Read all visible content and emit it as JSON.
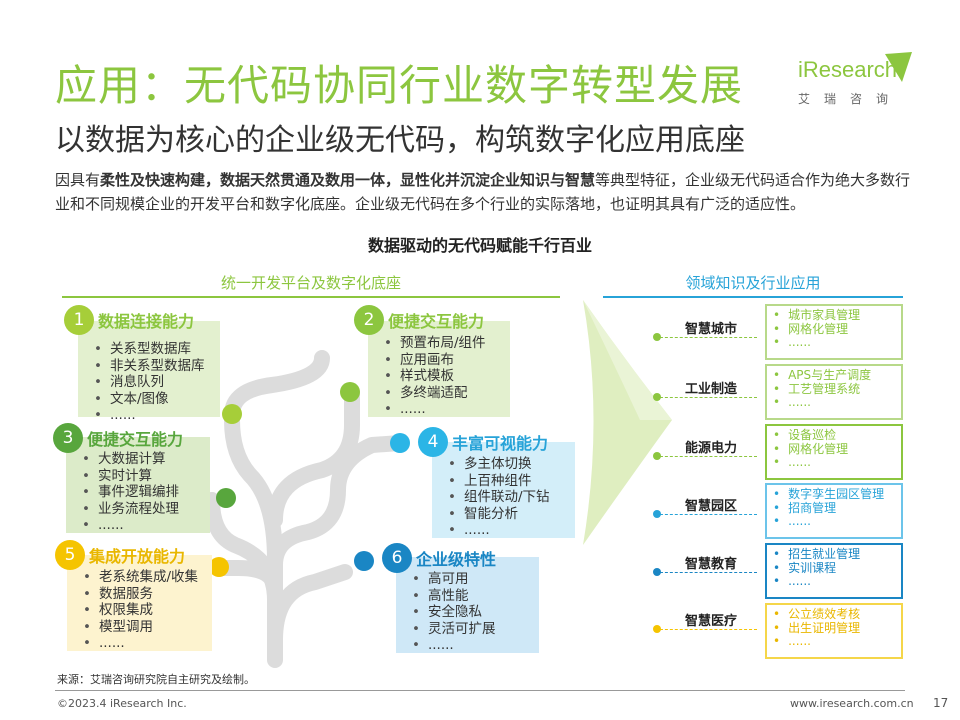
{
  "header": {
    "title": "应用：无代码协同行业数字转型发展",
    "subtitle": "以数据为核心的企业级无代码，构筑数字化应用底座"
  },
  "logo": {
    "text": "iResearch",
    "sub": "艾瑞咨询"
  },
  "intro": {
    "p1": "因具有",
    "b1": "柔性及快速构建，数据天然贯通及数用一体，显性化并沉淀企业知识与智慧",
    "p2": "等典型特征，企业级无代码适合作为绝大多数行业和不同规模企业的开发平台和数字化底座。企业级无代码在多个行业的实际落地，也证明其具有广泛的适应性。"
  },
  "diagram": {
    "title": "数据驱动的无代码赋能千行百业",
    "left_band": "统一开发平台及数字化底座",
    "right_band": "领域知识及行业应用"
  },
  "capabilities": [
    {
      "num": "1",
      "title": "数据连接能力",
      "items": [
        "关系型数据库",
        "非关系型数据库",
        "消息队列",
        "文本/图像",
        "......"
      ]
    },
    {
      "num": "2",
      "title": "便捷交互能力",
      "items": [
        "预置布局/组件",
        "应用画布",
        "样式模板",
        "多终端适配",
        "......"
      ]
    },
    {
      "num": "3",
      "title": "便捷交互能力",
      "items": [
        "大数据计算",
        "实时计算",
        "事件逻辑编排",
        "业务流程处理",
        "......"
      ]
    },
    {
      "num": "4",
      "title": "丰富可视能力",
      "items": [
        "多主体切换",
        "上百种组件",
        "组件联动/下钻",
        "智能分析",
        "......"
      ]
    },
    {
      "num": "5",
      "title": "集成开放能力",
      "items": [
        "老系统集成/收集",
        "数据服务",
        "权限集成",
        "模型调用",
        "......"
      ]
    },
    {
      "num": "6",
      "title": "企业级特性",
      "items": [
        "高可用",
        "高性能",
        "安全隐私",
        "灵活可扩展",
        "......"
      ]
    }
  ],
  "sectors": [
    {
      "name": "智慧城市",
      "color": "#8cc63f",
      "apps": [
        "城市家具管理",
        "网格化管理",
        "......"
      ]
    },
    {
      "name": "工业制造",
      "color": "#8cc63f",
      "apps": [
        "APS与生产调度",
        "工艺管理系统",
        "......"
      ]
    },
    {
      "name": "能源电力",
      "color": "#8cc63f",
      "apps": [
        "设备巡检",
        "网格化管理",
        "......"
      ]
    },
    {
      "name": "智慧园区",
      "color": "#27a3d8",
      "apps": [
        "数字孪生园区管理",
        "招商管理",
        "......"
      ]
    },
    {
      "name": "智慧教育",
      "color": "#1a86c4",
      "apps": [
        "招生就业管理",
        "实训课程",
        "......"
      ]
    },
    {
      "name": "智慧医疗",
      "color": "#f5c400",
      "apps": [
        "公立绩效考核",
        "出生证明管理",
        "......"
      ]
    }
  ],
  "footer": {
    "source": "来源：艾瑞咨询研究院自主研究及绘制。",
    "copyright": "©2023.4 iResearch Inc.",
    "website": "www.iresearch.com.cn",
    "page": "17"
  }
}
